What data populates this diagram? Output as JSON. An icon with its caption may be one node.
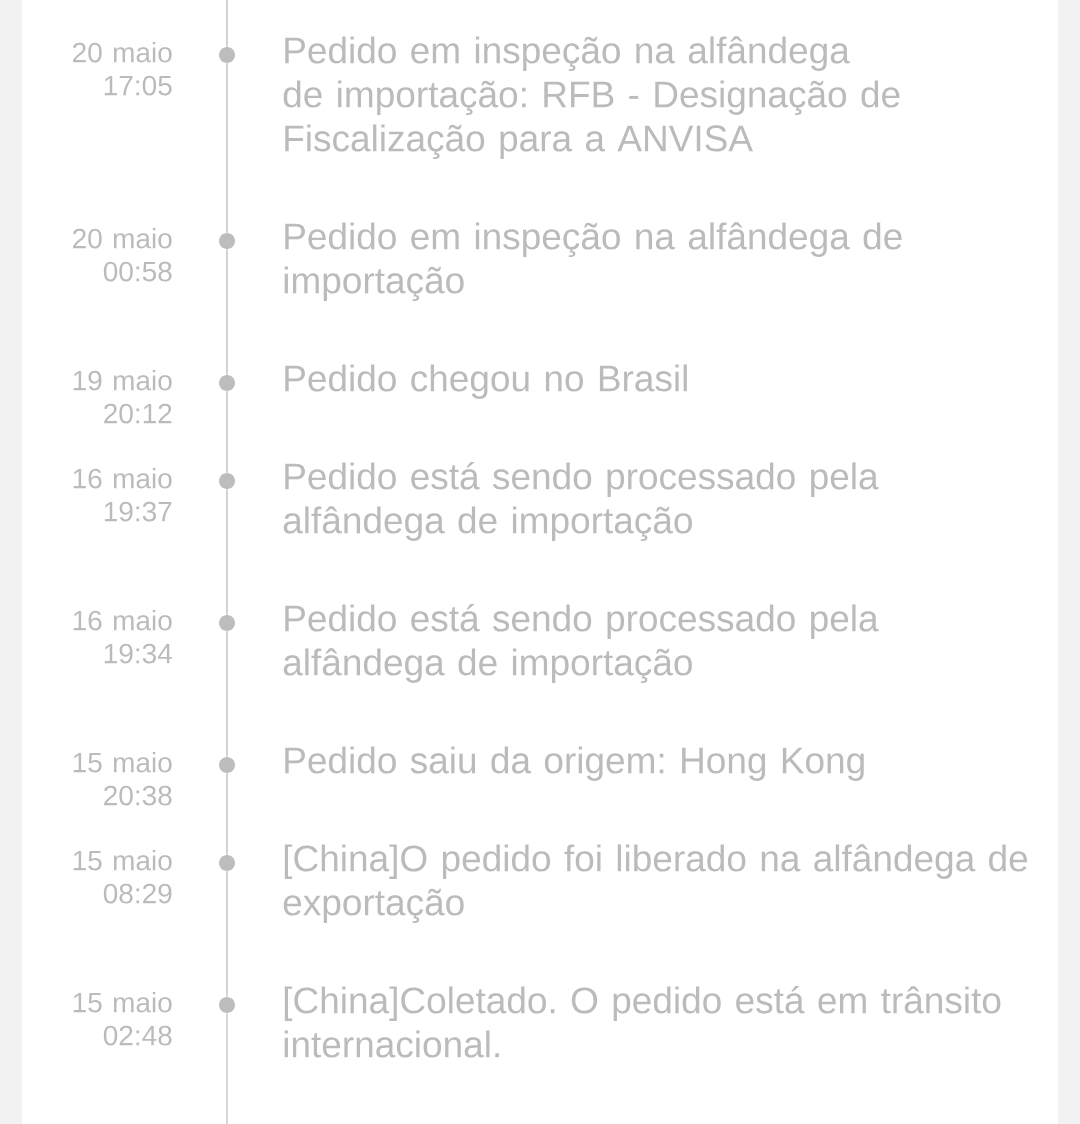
{
  "diagram": {
    "nodes": [
      {
        "text": [],
        "shape": "circle",
        "beside": [
          "20 maio 17:05",
          "Pedido em inspeção na alfândega de importação: RFB - Designação de Fiscalização para a ANVISA"
        ]
      },
      {
        "text": [],
        "shape": "circle",
        "beside": [
          "20 maio 00:58",
          "Pedido em inspeção na alfândega de importação"
        ]
      },
      {
        "text": [],
        "shape": "circle",
        "beside": [
          "19 maio 20:12",
          "Pedido chegou no Brasil"
        ]
      },
      {
        "text": [],
        "shape": "circle",
        "beside": [
          "16 maio 19:37",
          "Pedido está sendo processado pela alfândega de importação"
        ]
      },
      {
        "text": [],
        "shape": "circle",
        "beside": [
          "16 maio 19:34",
          "Pedido está sendo processado pela alfândega de importação"
        ]
      },
      {
        "text": [],
        "shape": "circle",
        "beside": [
          "15 maio 20:38",
          "Pedido saiu da origem: Hong Kong"
        ]
      },
      {
        "text": [],
        "shape": "circle",
        "beside": [
          "15 maio 08:29",
          "[China]O pedido foi liberado na alfândega de exportação"
        ]
      },
      {
        "text": [],
        "shape": "circle",
        "beside": [
          "15 maio 02:48",
          "[China]Coletado. O pedido está em trânsito internacional."
        ]
      }
    ],
    "edges": [
      {
        "from": null,
        "to": 0,
        "arrow": "none"
      },
      {
        "from": 0,
        "to": 1,
        "arrow": "none"
      },
      {
        "from": 1,
        "to": 2,
        "arrow": "none"
      },
      {
        "from": 2,
        "to": 3,
        "arrow": "none"
      },
      {
        "from": 3,
        "to": 4,
        "arrow": "none"
      },
      {
        "from": 4,
        "to": 5,
        "arrow": "none"
      },
      {
        "from": 5,
        "to": 6,
        "arrow": "none"
      },
      {
        "from": 6,
        "to": 7,
        "arrow": "none"
      },
      {
        "from": 7,
        "to": null,
        "arrow": "none"
      }
    ]
  }
}
